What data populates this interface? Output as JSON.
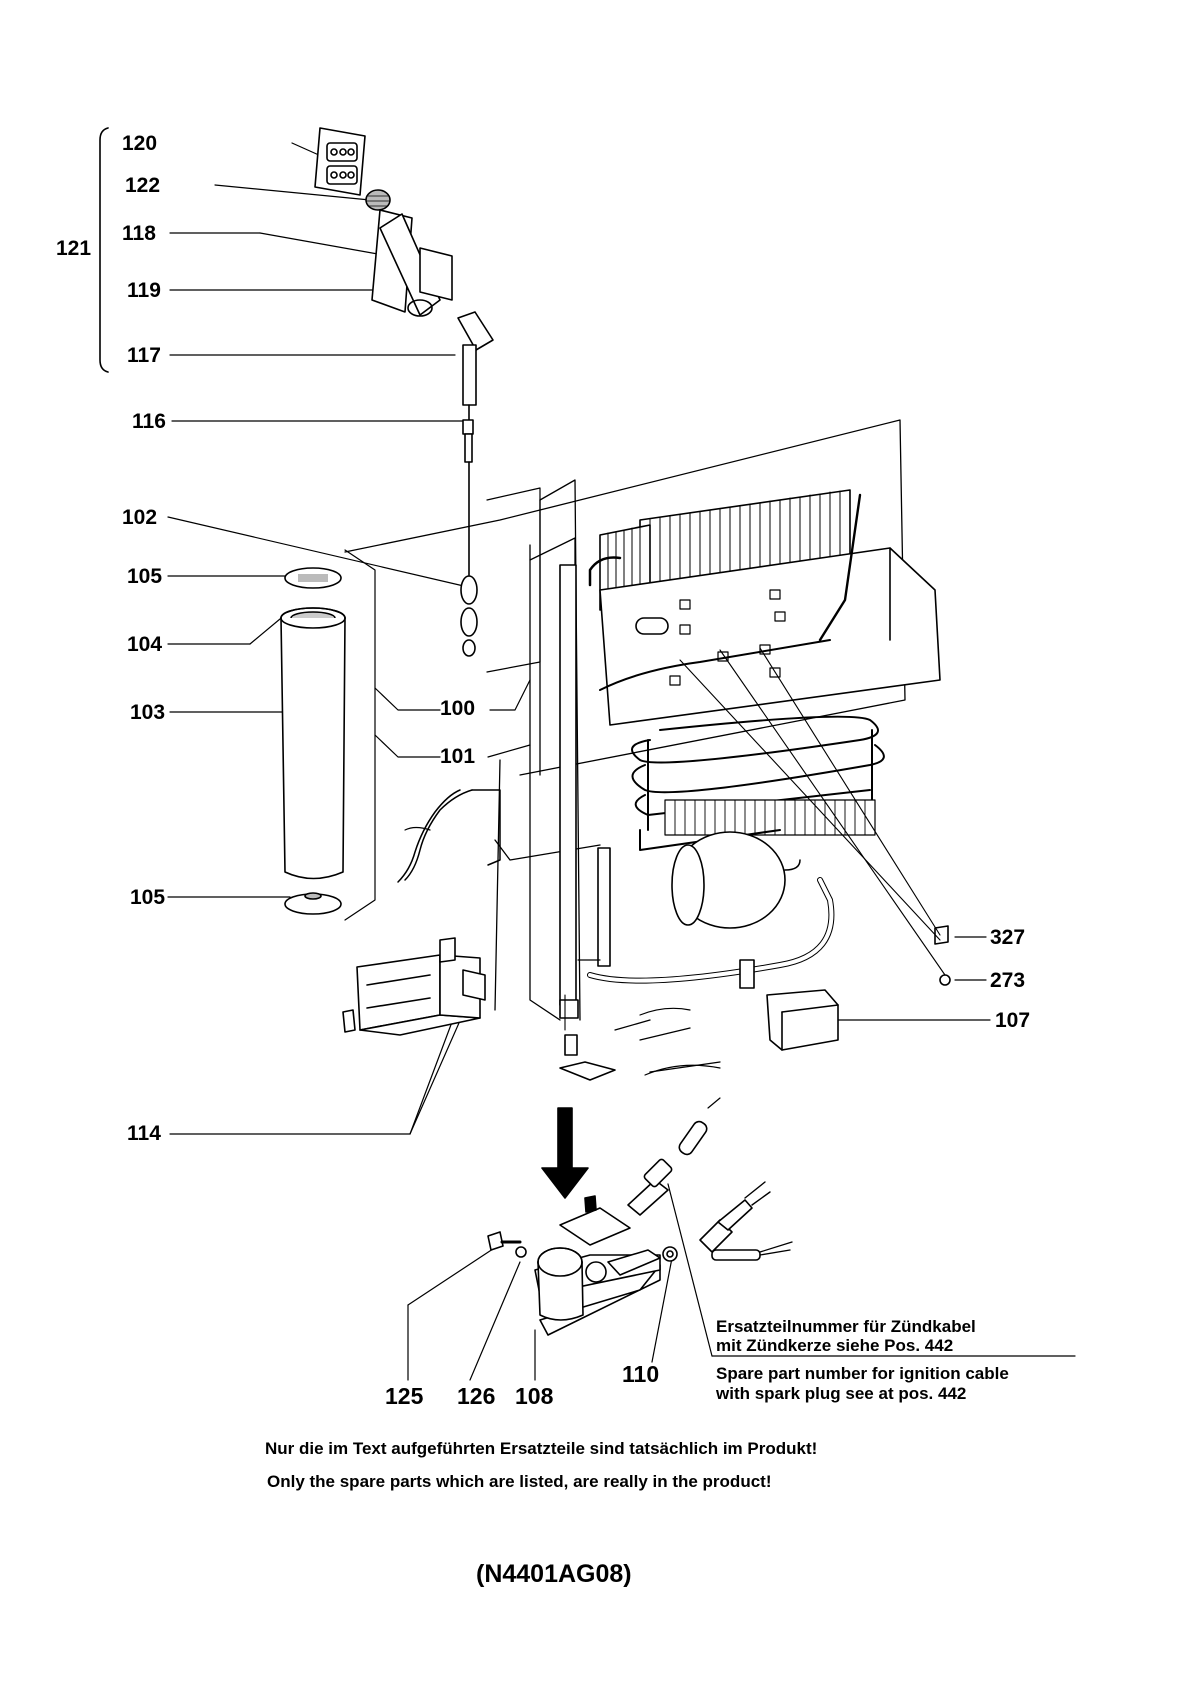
{
  "parts": {
    "p120": "120",
    "p122": "122",
    "p121": "121",
    "p118": "118",
    "p119": "119",
    "p117": "117",
    "p116": "116",
    "p102": "102",
    "p105a": "105",
    "p104": "104",
    "p103": "103",
    "p100": "100",
    "p101": "101",
    "p105b": "105",
    "p327": "327",
    "p273": "273",
    "p107": "107",
    "p114": "114",
    "p125": "125",
    "p126": "126",
    "p108": "108",
    "p110": "110"
  },
  "note": {
    "de_line1": "Ersatzteilnummer für Zündkabel",
    "de_line2": "mit Zündkerze siehe Pos. 442",
    "en_line1": "Spare part number for ignition cable",
    "en_line2": "with spark plug see at pos. 442"
  },
  "footer": {
    "de": "Nur die im Text aufgeführten Ersatzteile sind tatsächlich im Produkt!",
    "en": "Only the spare parts which are listed, are really in the product!"
  },
  "drawing_code": "(N4401AG08)"
}
